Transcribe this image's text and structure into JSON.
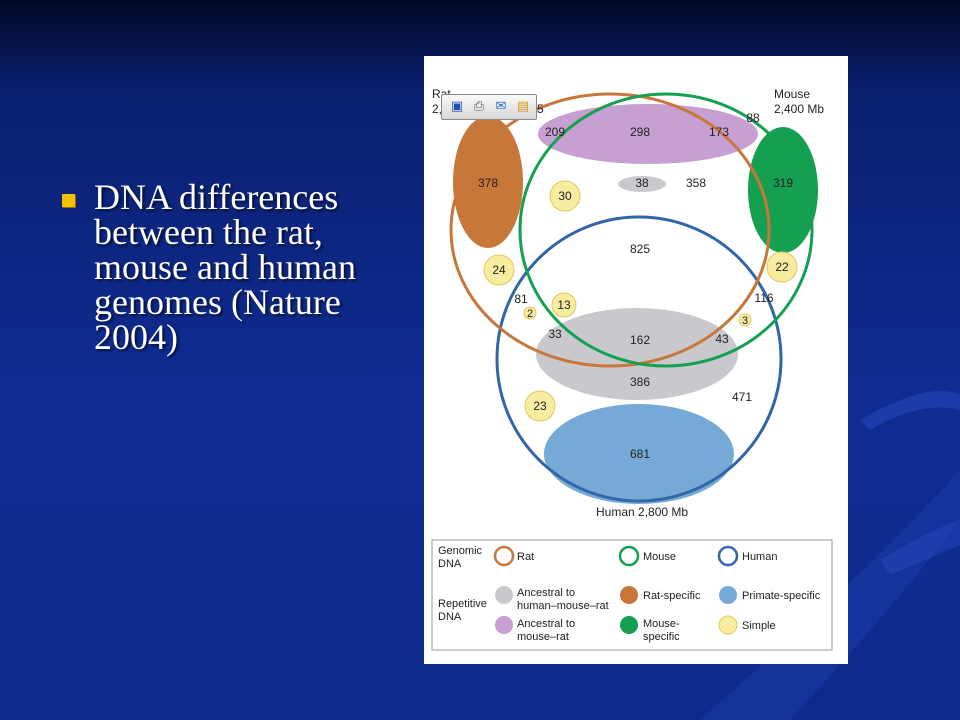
{
  "slide": {
    "bullet_text": "DNA differences between the rat, mouse and human genomes (Nature 2004)"
  },
  "colors": {
    "rat": "#c8773a",
    "mouse": "#14a050",
    "human": "#3266a8",
    "ancestral_hmr": "#c9c9cd",
    "ancestral_mr": "#c79fd2",
    "rat_specific": "#c8773a",
    "mouse_specific": "#14a050",
    "primate_specific": "#76aad6",
    "simple": "#f7eca0",
    "bullet": "#f2c200"
  },
  "toolbar": {
    "buttons": [
      {
        "name": "save-icon",
        "glyph": "💾"
      },
      {
        "name": "print-icon",
        "glyph": "🖶"
      },
      {
        "name": "email-icon",
        "glyph": "✉"
      },
      {
        "name": "folder-icon",
        "glyph": "📂"
      }
    ]
  },
  "venn": {
    "rat_label_1": "Rat",
    "rat_label_2": "2,",
    "rat_label_tail": "5",
    "mouse_label_1": "Mouse",
    "mouse_label_2": "2,400 Mb",
    "human_label": "Human  2,800 Mb",
    "numbers": {
      "n209": "209",
      "n298": "298",
      "n173": "173",
      "n88": "88",
      "n378": "378",
      "n30": "30",
      "n38": "38",
      "n358": "358",
      "n319": "319",
      "n825": "825",
      "n24": "24",
      "n22": "22",
      "n81": "81",
      "n116": "116",
      "n2": "2",
      "n13": "13",
      "n3": "3",
      "n33": "33",
      "n162": "162",
      "n43": "43",
      "n386": "386",
      "n471": "471",
      "n23": "23",
      "n681": "681"
    }
  },
  "legend": {
    "genomic_label_1": "Genomic",
    "genomic_label_2": "DNA",
    "repetitive_label_1": "Repetitive",
    "repetitive_label_2": "DNA",
    "rat": "Rat",
    "mouse": "Mouse",
    "human": "Human",
    "anc_hmr_1": "Ancestral to",
    "anc_hmr_2": "human–mouse–rat",
    "rat_specific": "Rat-specific",
    "primate_specific": "Primate-specific",
    "anc_mr_1": "Ancestral to",
    "anc_mr_2": "mouse–rat",
    "mouse_specific_1": "Mouse-",
    "mouse_specific_2": "specific",
    "simple": "Simple"
  }
}
